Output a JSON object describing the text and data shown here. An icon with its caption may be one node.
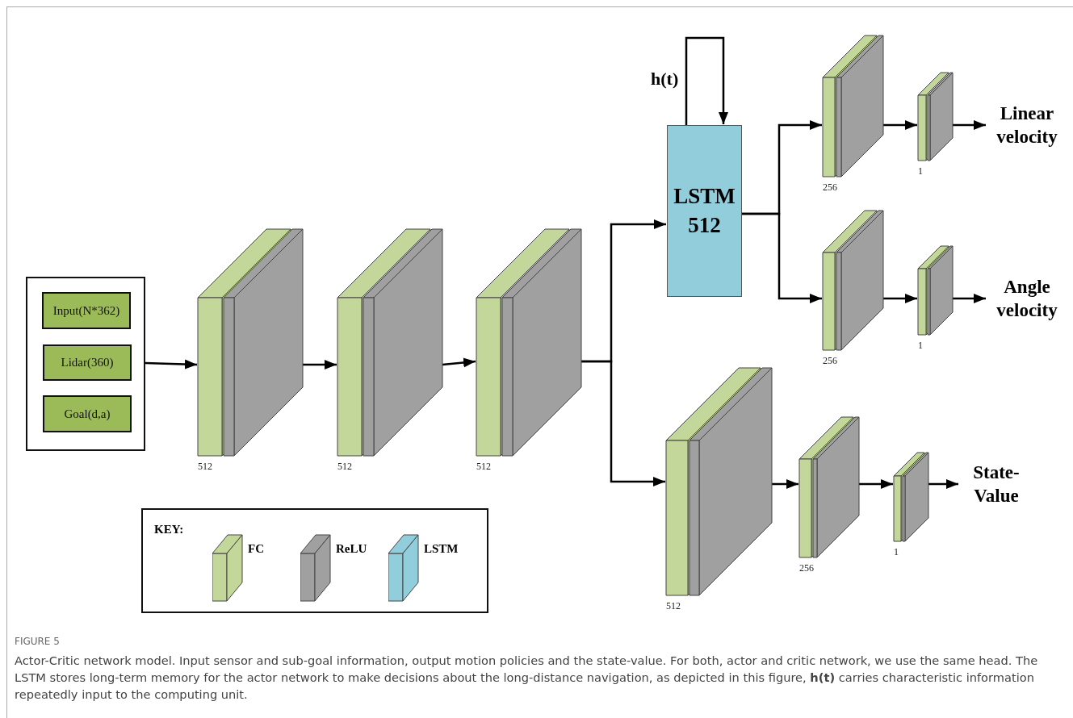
{
  "diagram": {
    "title": "FIGURE 5",
    "caption": "Actor-Critic network model. Input sensor and sub-goal information, output motion policies and the state-value. For both, actor and critic network, we use the same head. The LSTM stores long-term memory for the actor network to make decisions about the long-distance navigation, as depicted in this figure, **h(t)** carries characteristic information repeatedly input to the computing unit.",
    "nodes": [
      {
        "text": [],
        "shape": "box"
      },
      {
        "text": [
          "Input(N*362)"
        ],
        "in": 0
      },
      {
        "text": [
          "Lidar(360)"
        ],
        "in": 0
      },
      {
        "text": [
          "Goal(d,a)"
        ],
        "in": 0
      },
      {
        "text": [],
        "shape": "box",
        "beside": [
          "512"
        ]
      },
      {
        "text": [],
        "shape": "box",
        "beside": [
          "512"
        ]
      },
      {
        "text": [],
        "shape": "box",
        "beside": [
          "512"
        ]
      },
      {
        "text": [
          "LSTM 512"
        ]
      },
      {
        "text": [],
        "shape": "box",
        "beside": [
          "256"
        ]
      },
      {
        "text": [],
        "shape": "box",
        "beside": [
          "1"
        ]
      },
      {
        "text": [
          "Linear velocity"
        ]
      },
      {
        "text": [],
        "shape": "box",
        "beside": [
          "256"
        ]
      },
      {
        "text": [],
        "shape": "box",
        "beside": [
          "1"
        ]
      },
      {
        "text": [
          "Angle velocity"
        ]
      },
      {
        "text": [],
        "shape": "box",
        "beside": [
          "512"
        ]
      },
      {
        "text": [],
        "shape": "box",
        "beside": [
          "256"
        ]
      },
      {
        "text": [],
        "shape": "box",
        "beside": [
          "1"
        ]
      },
      {
        "text": [
          "State-Value"
        ]
      }
    ],
    "edges": [
      {
        "from": 0,
        "to": 4,
        "arrow": "to"
      },
      {
        "from": 4,
        "to": 5,
        "arrow": "to"
      },
      {
        "from": 5,
        "to": 6,
        "arrow": "to"
      },
      {
        "from": 6,
        "to": 7,
        "arrow": "to"
      },
      {
        "from": 6,
        "to": 14,
        "arrow": "to"
      },
      {
        "from": 7,
        "to": 7,
        "arrow": "to",
        "label": "h(t)"
      },
      {
        "from": 7,
        "to": 8,
        "arrow": "to"
      },
      {
        "from": 7,
        "to": 11,
        "arrow": "to"
      },
      {
        "from": 8,
        "to": 9,
        "arrow": "to"
      },
      {
        "from": 9,
        "to": 10,
        "arrow": "to"
      },
      {
        "from": 11,
        "to": 12,
        "arrow": "to"
      },
      {
        "from": 12,
        "to": 13,
        "arrow": "to"
      },
      {
        "from": 14,
        "to": 15,
        "arrow": "to"
      },
      {
        "from": 15,
        "to": 16,
        "arrow": "to"
      },
      {
        "from": 16,
        "to": 17,
        "arrow": "to"
      }
    ],
    "labels": [
      "KEY:"
    ],
    "legend": [
      {
        "text": "FC",
        "color": "#c4d79b"
      },
      {
        "text": "ReLU",
        "color": "#a0a0a0"
      },
      {
        "text": "LSTM",
        "color": "#92cddc"
      }
    ]
  }
}
